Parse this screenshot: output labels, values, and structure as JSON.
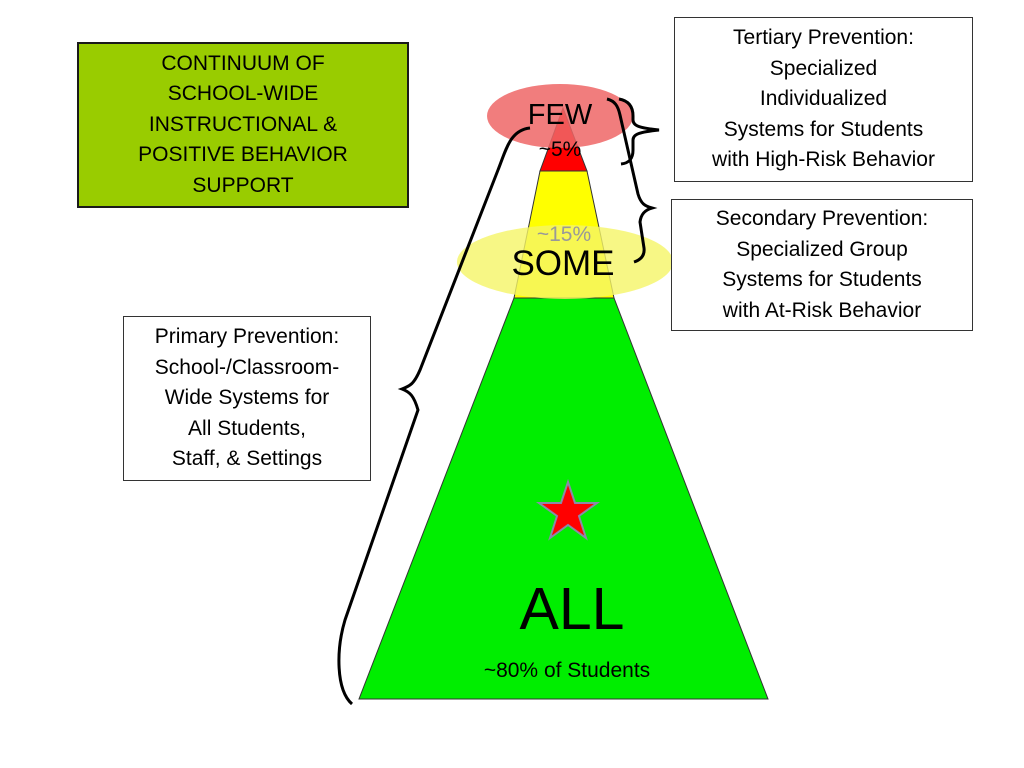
{
  "title_box": {
    "text": "CONTINUUM OF\nSCHOOL-WIDE\nINSTRUCTIONAL &\nPOSITIVE BEHAVIOR\nSUPPORT",
    "background": "#99cc00"
  },
  "tertiary": {
    "text": "Tertiary Prevention:\nSpecialized\nIndividualized\nSystems for Students\nwith High-Risk Behavior"
  },
  "secondary": {
    "text": "Secondary Prevention:\nSpecialized Group\nSystems for Students\nwith At-Risk Behavior"
  },
  "primary": {
    "text": "Primary Prevention:\nSchool-/Classroom-\nWide Systems for\nAll Students,\nStaff, & Settings"
  },
  "pyramid": {
    "top_tier": {
      "label": "FEW",
      "percent": "~5%",
      "color": "#ff0000",
      "highlight": "#ee6666"
    },
    "middle_tier": {
      "label": "SOME",
      "percent": "~15%",
      "color": "#ffff00",
      "highlight": "#f5f566",
      "percent_color": "#999999"
    },
    "bottom_tier": {
      "label": "ALL",
      "percent": "~80% of Students",
      "color": "#00ee00"
    },
    "star": {
      "icon": "red-star-icon",
      "color": "#ff0000"
    }
  }
}
